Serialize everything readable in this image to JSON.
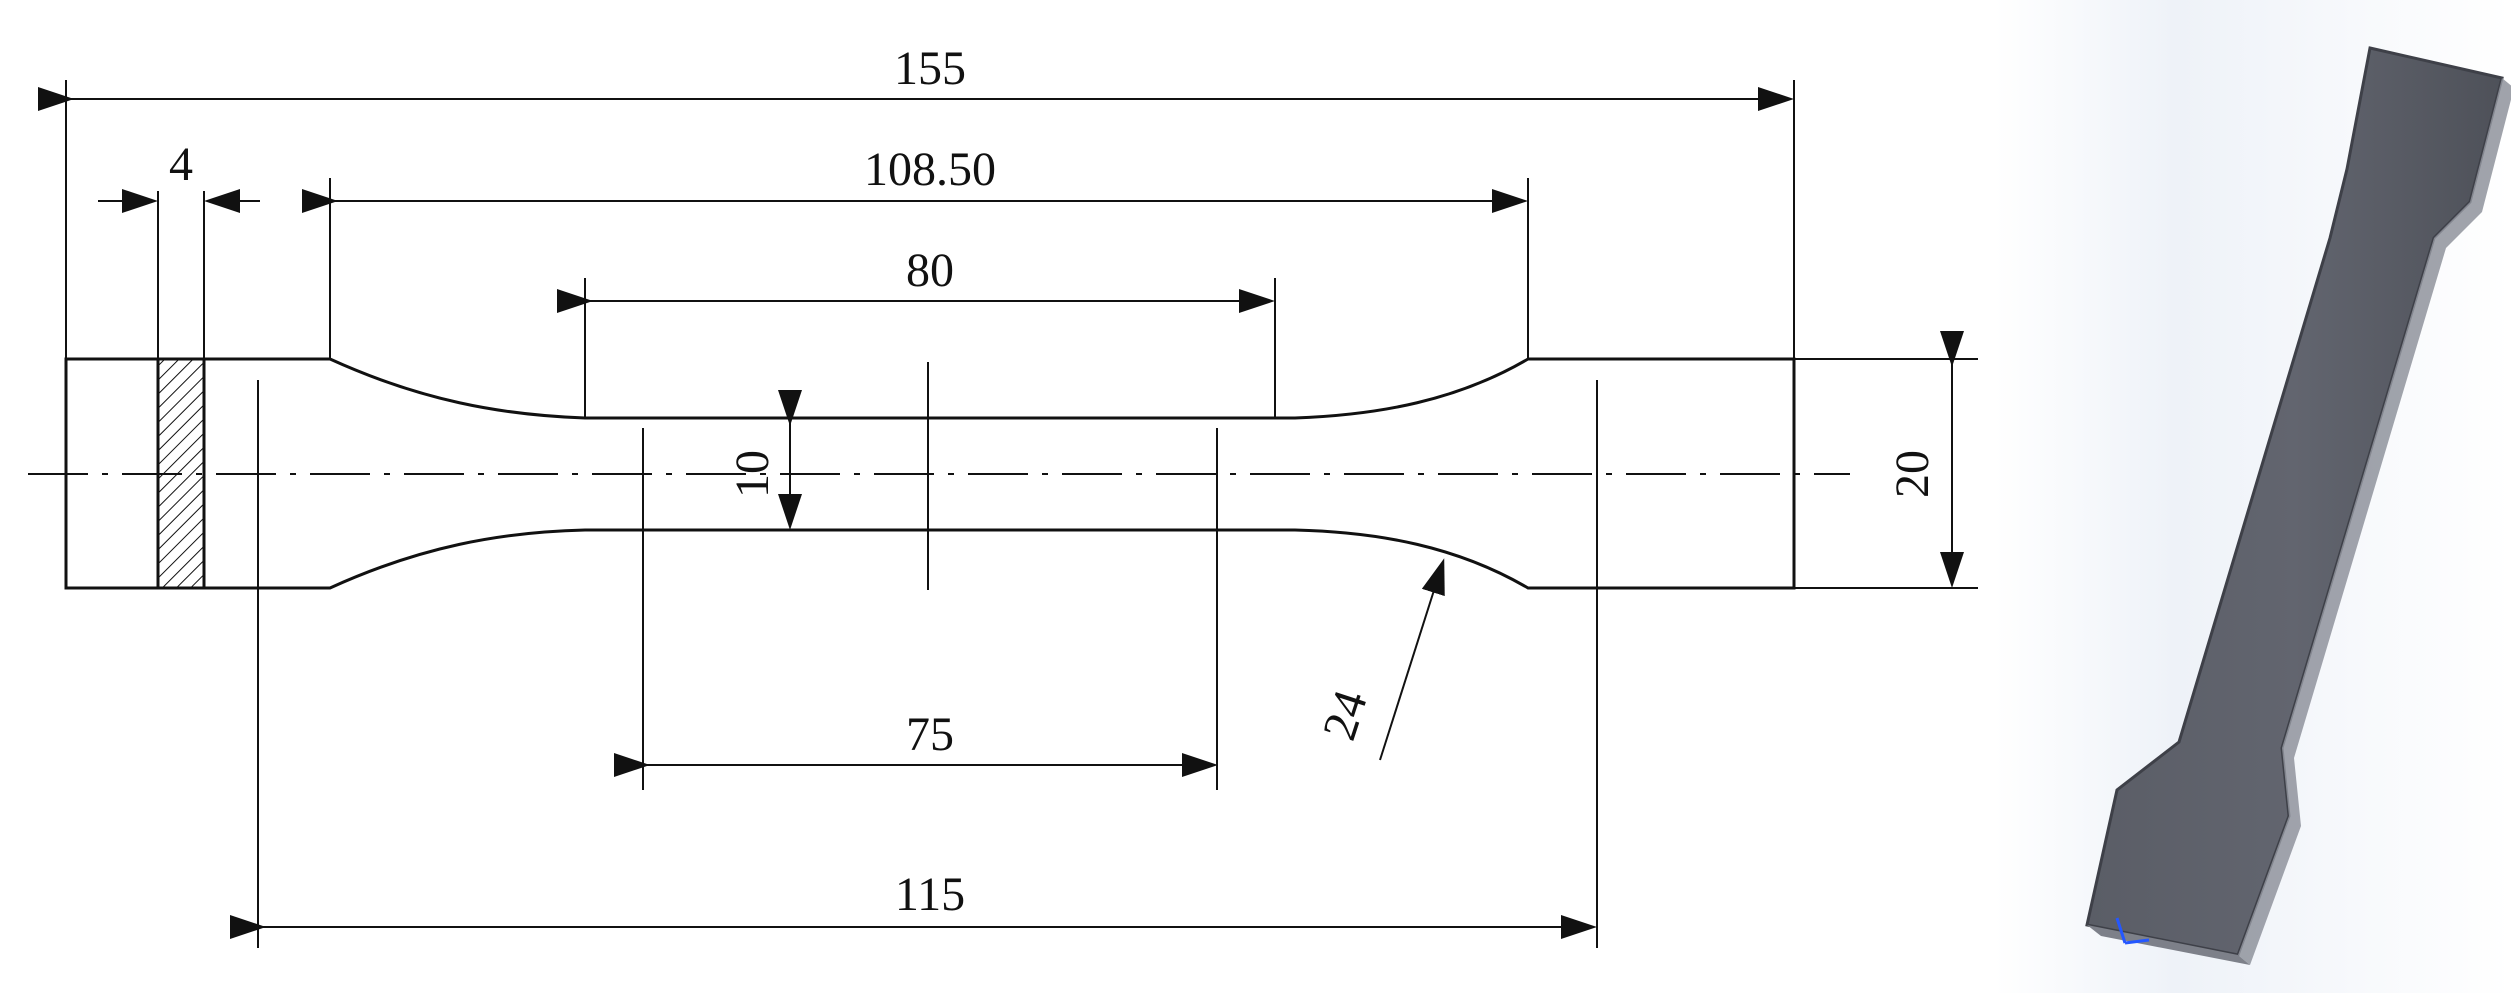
{
  "drawing": {
    "dimensions": {
      "overall_length": "155",
      "hatch_width": "4",
      "fillet_span": "108.50",
      "narrow_section": "80",
      "gauge_width": "10",
      "grip_width": "20",
      "gauge_length": "75",
      "grip_distance": "115",
      "radius": "24"
    }
  },
  "model": {
    "description_visible": false
  }
}
